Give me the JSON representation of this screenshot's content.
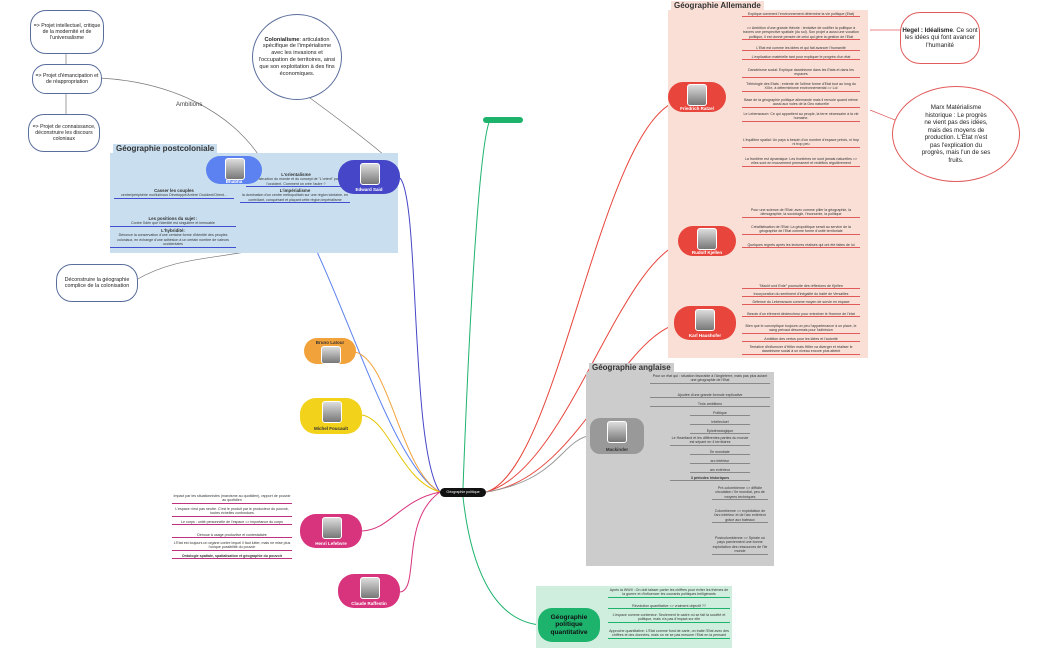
{
  "root": {
    "label": "Géographie politique"
  },
  "clouds": {
    "projet1": "=> Projet intellectuel, critique de la modernité et de l'universalisme",
    "projet2": "=> Projet d'émancipation et de réappropriation",
    "projet3": "=> Projet de connaissance, déconstruire les discours coloniaux",
    "colonialisme_title": "Colonialisme",
    "colonialisme_text": ": articulation spécifique de l'impérialisme avec les invasions et l'occupation de territoires, ainsi que son exploitation à des fins économiques.",
    "deconstruire": "Déconstruire la géographie complice de la colonisation",
    "hegel_title": "Hegel : Idéalisme",
    "hegel_text": ". Ce sont les idées qui font avancer l'humanité",
    "marx": "Marx Matérialisme historique : Le progrès ne vient pas des idées, mais des moyens de production. L'Etat n'est pas l'explication du progrès, mais l'un de ses fruits."
  },
  "links": {
    "ambitions": "Ambitions"
  },
  "postcolonial": {
    "title": "Géographie postcoloniale",
    "said": "Edward Said",
    "bhabha": "Bhabha",
    "bhabha_topics": [
      {
        "title": "Casser les couples",
        "text": "centre/périphérie moi/lui/nous Développé/Arriéré Occident/Orient..."
      },
      {
        "title": "Les positions du sujet :",
        "text": "Contre l'idée que l'identité est singulière et immuable"
      },
      {
        "title": "L'hybridité:",
        "text": "Dénonce la conservation d'une certaine forme d'identité des peuples coloniaux, en échange d'une adhésion à un certain nombre de valeurs occidentales"
      }
    ],
    "said_topics": [
      {
        "title": "L'orientalisme",
        "text": "Construction du monde et du concept de \"L'orient\" par l'occident. Comment on crée l'autre ?"
      },
      {
        "title": "L'impérialisme",
        "text": "la domination d'un centre métropolitain sur une région lointaine, en contrôlant, conquérant et plaçant cette région impérialisme"
      }
    ]
  },
  "allemande": {
    "title": "Géographie Allemande",
    "ratzel": "Friedrich Ratzel",
    "ratzel_topics": [
      "Explique comment l'environnement détermine la vie politique (Etat)",
      "=> Ambition d'une grande théorie : tentative de codifier la politique à travers une perspective spatiale (du sol). Son projet a aussi une vocation politique, il est donné pensée de celui qui gère la gestion de l'Etat",
      "L'Etat est comme les idées et qui fait avancer l'humanité",
      "L'explication matérielle tant pour expliquer le progrès d'un état",
      "Darwinisme social: Explique darwinisme dans les Etats et dans les espaces",
      "Téléologie des Etats : entente de l'ultime forme d'Etat tout au long du XIXe, à déterminisme environnemental => Loi",
      "Base de la géographie politique allemande mais il renvoie quand même aussi aux voles de la Geo naturelle",
      "Le Lebensraum: Ce qui appartient au peuple, la terre nécessaire à la vie humaine.",
      "L'équilibre spatial: Un pays à besoin d'un nombre d'espace précis, ni trop ni trop peu",
      "La frontière est dynamique: Les frontières ne sont jamais naturelles => elles sont en mouvement permanent et redéfinis régulièrement"
    ],
    "kjellen": "Rudolf Kjellen",
    "kjellen_topics": [
      "Pour une science de l'Etat: avec comme pilier la géographie, la démographie, la sociologie, l'économie, la politique",
      "Créatlistisation de l'Etat: La géopolitique serait au service de la géographie de l'Etat comme forme d'unité territoriale",
      "Quelques regrets après les lectures réalisés qui ont été faites de lui"
    ],
    "haushofer": "Karl Haushofer",
    "haushofer_topics": [
      "\"Macht und Erde\" poursuite des réflexions de Kjellen",
      "Incorporation du sentiment d'inégalité du traité de Versailles",
      "Défense du Lebensraum comme moyen de survie en espace",
      "Besoin d'un élément déclencheur pour entraîner le Homme de l'état",
      "Bien que le conceptique toujours un peu l'appartenance à un place, le sang prévaut désormais pour l'adhésion",
      "Ambition des vertus pour les idées et l'autorité",
      "Tentative d'influencer d'Hitler mais Hitler va diverger et réaliser le darwinisme social à un niveau encore plus atteint"
    ]
  },
  "anglaise": {
    "title": "Géographie anglaise",
    "mackinder": "Mackinder",
    "topics": [
      "Pour un état qui : situation favorable à l'Angleterre, mais pas plus autant une géographie de l'Etat",
      "Ajoutée d'une grande formule explicative",
      "Trois ambitions",
      "Politique",
      "Intellectuel",
      "Epistémologique",
      "Le Heartland et les différentes parties du monde est séparé en 4 territoires",
      "Île mondiale",
      "arc intérieur",
      "arc extérieur",
      "3 périodes historiques",
      "Pré-colombienne => difficile circulation / île mondial, peu de moyens techniques",
      "Colombienne => exploitation de l'arc intérieur et de l'arc extérieur grâce aux bateaux",
      "Postcolombienne => Spirale où pays parviennent une bonne exploitation des ressources de l'île monde"
    ]
  },
  "people": {
    "latour": "Bruno Latour",
    "foucault": "Michel Foucault",
    "lefebvre": "Henri Lefebvre",
    "raffestin": "Claude Raffestin"
  },
  "lefebvre_topics": [
    "Impact par les situationnistes (marxisme au quotidien), rapport de pouvoir au quotidien",
    "L'espace n'est pas neutre. C'est le produit par le producteur du pouvoir, toutes échelles confondues",
    "Le corps : unité personnelle de l'espace => importance du corps",
    "Dénoue à usage productive et contestataire",
    "L'Etat est toujours un organe contre lequel il faut lutter, mais ne mise plus l'unique possibilité du pouvoir",
    "Ontologie spatiale, spatialisation et géographie du pouvoir"
  ],
  "quantitative": {
    "title": "Géographie politique quantitative",
    "topics": [
      "Après la WWII : On doit laisser parler les chiffres pour éviter les thèmes de la guerre et d'influencer les courants politiques belligérants",
      "Révolution quantitative => vraiment objectif ??",
      "L'espace comme conteneur: Seulement le cadre où se fait la société et politique, mais n'a pas d'impact sur elle",
      "Approche quantitative: L'Etat comme fond de carte, on traite l'Etat avec des chiffres et des données, mais on ne se pas mesurer l'Etat en la pensant"
    ]
  },
  "colors": {
    "allemande_bg": "#f9dfd6",
    "allemande_accent": "#e8453c",
    "anglaise_bg": "#cccccc",
    "postcolonial_bg": "#c9dff0",
    "quant_bg": "#cfeedd",
    "bhabha": "#5b82f0",
    "said": "#4646c8",
    "latour": "#f2a23a",
    "foucault": "#f2d21a",
    "lefebvre": "#d8347e",
    "raffestin": "#d8347e"
  }
}
